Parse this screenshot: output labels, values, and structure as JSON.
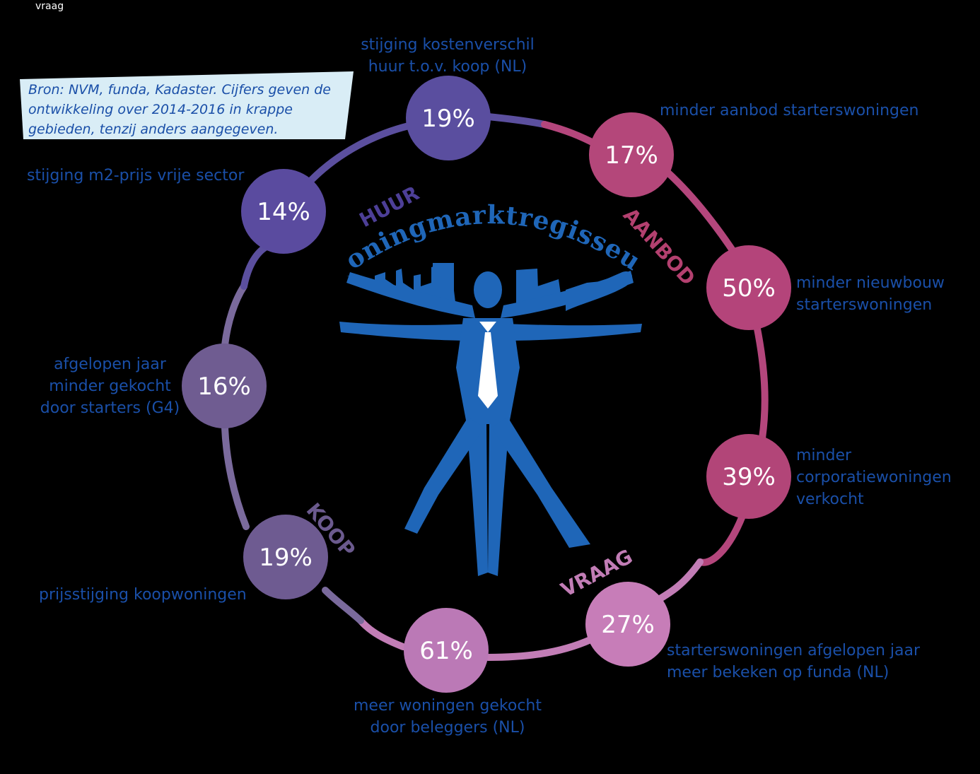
{
  "corner_label": "vraag",
  "source_note": "Bron:  NVM, funda, Kadaster. Cijfers geven de ontwikkeling over 2014-2016 in krappe gebieden, tenzij anders aangegeven.",
  "center_title": "woningmarktregisseur",
  "quadrants": {
    "huur": "HUUR",
    "aanbod": "AANBOD",
    "vraag": "VRAAG",
    "koop": "KOOP"
  },
  "nodes": [
    {
      "value": "19%",
      "label": "stijging kostenverschil\nhuur t.o.v. koop (NL)",
      "color": "#5a4e9f"
    },
    {
      "value": "17%",
      "label": "minder aanbod starterswoningen",
      "color": "#b4477a"
    },
    {
      "value": "50%",
      "label": "minder nieuwbouw\nstarterswoningen",
      "color": "#b4447a"
    },
    {
      "value": "39%",
      "label": "minder\ncorporatiewoningen\nverkocht",
      "color": "#b24578"
    },
    {
      "value": "27%",
      "label": "starterswoningen afgelopen jaar\nmeer bekeken op funda (NL)",
      "color": "#c77db8"
    },
    {
      "value": "61%",
      "label": "meer woningen gekocht\ndoor beleggers (NL)",
      "color": "#bb79b6"
    },
    {
      "value": "19%",
      "label": "prijsstijging koopwoningen",
      "color": "#6e5b91"
    },
    {
      "value": "16%",
      "label": "afgelopen jaar\nminder gekocht\ndoor starters (G4)",
      "color": "#6f5c91"
    },
    {
      "value": "14%",
      "label": "stijging m2-prijs vrije sector",
      "color": "#5a4b9f"
    }
  ],
  "colors": {
    "ring_purple": "#5b4f9e",
    "ring_magenta": "#b4467c",
    "ring_pink": "#c27db6",
    "ring_muted": "#7a6a9c",
    "label_blue": "#1a4fa8",
    "figure_blue": "#1f66b8",
    "source_box_fill": "#d9edf6"
  }
}
